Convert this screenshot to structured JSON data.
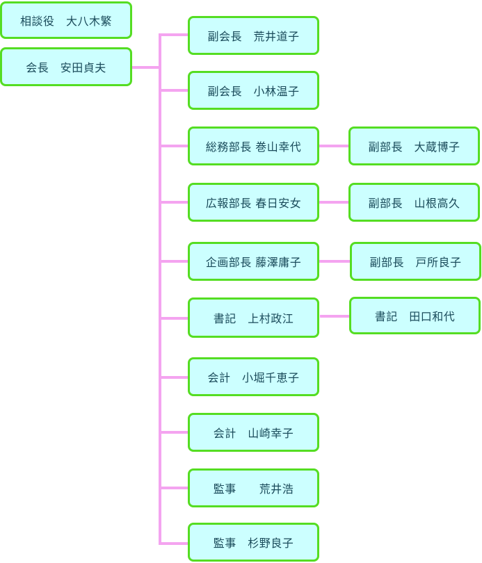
{
  "colors": {
    "box_fill": "#ccffff",
    "box_border": "#55dd22",
    "connector": "#f4a4f0",
    "text": "#1a4a5a"
  },
  "advisor": {
    "label": "相談役　大八木繁"
  },
  "chair": {
    "label": "会長　安田貞夫"
  },
  "members": [
    {
      "label": "副会長　荒井道子"
    },
    {
      "label": "副会長　小林温子"
    },
    {
      "label": "総務部長 巻山幸代"
    },
    {
      "label": "広報部長 春日安女"
    },
    {
      "label": "企画部長 藤澤庸子"
    },
    {
      "label": "書記　上村政江"
    },
    {
      "label": "会計　小堀千恵子"
    },
    {
      "label": "会計　山崎幸子"
    },
    {
      "label": "監事　　荒井浩"
    },
    {
      "label": "監事　杉野良子"
    }
  ],
  "deputies": [
    {
      "label": "副部長　大蔵博子"
    },
    {
      "label": "副部長　山根高久"
    },
    {
      "label": "副部長　戸所良子"
    },
    {
      "label": "書記　田口和代"
    }
  ]
}
